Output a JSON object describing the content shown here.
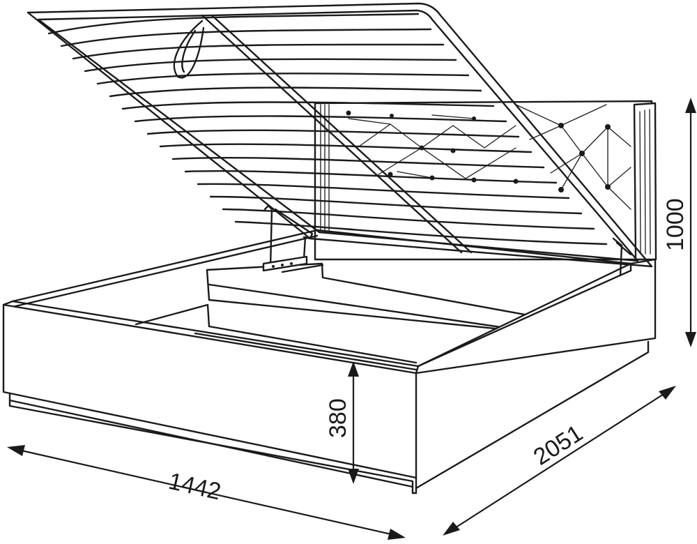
{
  "dimensions": {
    "width": "1442",
    "length": "2051",
    "height": "380",
    "headboard_height": "1000"
  }
}
